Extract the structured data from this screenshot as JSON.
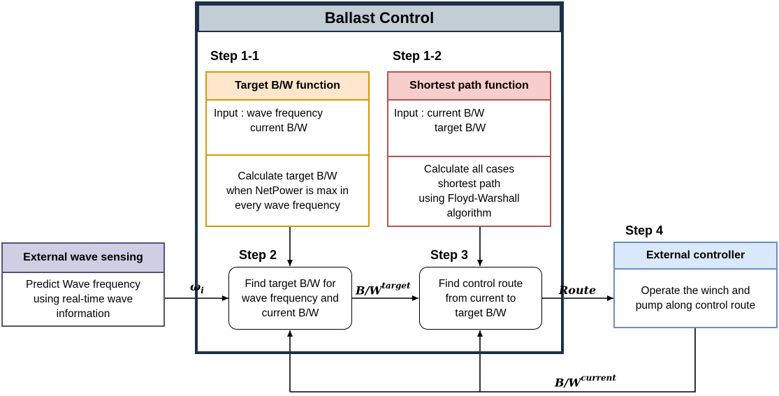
{
  "title": "Ballast Control",
  "steps": {
    "s11": "Step 1-1",
    "s12": "Step 1-2",
    "s2": "Step 2",
    "s3": "Step 3",
    "s4": "Step 4"
  },
  "target_box": {
    "header": "Target B/W function",
    "input_line1": "Input : wave frequency",
    "input_line2": "current B/W",
    "body": [
      "Calculate target B/W",
      "when NetPower is max in",
      "every wave frequency"
    ]
  },
  "shortest_box": {
    "header": "Shortest path function",
    "input_line1": "Input : current B/W",
    "input_line2": "target B/W",
    "body": [
      "Calculate all cases",
      "shortest path",
      "using Floyd-Warshall",
      "algorithm"
    ]
  },
  "step2_box": [
    "Find target B/W for",
    "wave frequency and",
    "current B/W"
  ],
  "step3_box": [
    "Find control route",
    "from current to",
    "target B/W"
  ],
  "wave_sensing": {
    "header": "External wave sensing",
    "body": [
      "Predict Wave frequency",
      "using real-time wave",
      "information"
    ]
  },
  "controller": {
    "header": "External controller",
    "body": [
      "Operate the winch and",
      "pump along control route"
    ]
  },
  "labels": {
    "omega": "ω",
    "omega_sub": "i",
    "bw_target_base": "B/W",
    "bw_target_sup": "target",
    "route": "Route",
    "bw_current_base": "B/W",
    "bw_current_sup": "current"
  }
}
